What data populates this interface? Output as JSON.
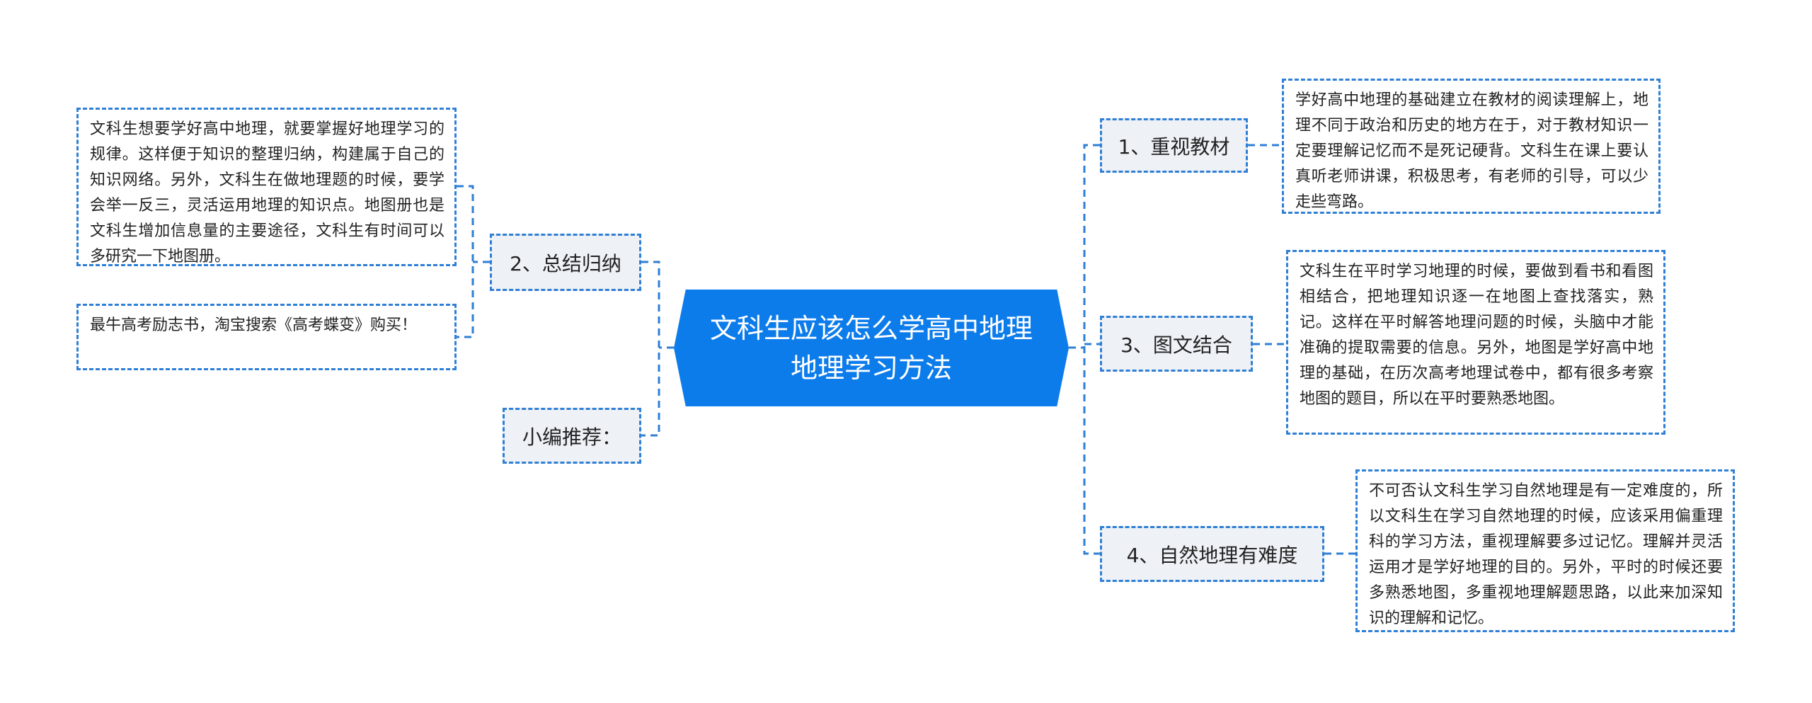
{
  "central": {
    "title": "文科生应该怎么学高中地理 地理学习方法"
  },
  "left": [
    {
      "label": "2、总结归纳",
      "details": [
        "文科生想要学好高中地理，就要掌握好地理学习的规律。这样便于知识的整理归纳，构建属于自己的知识网络。另外，文科生在做地理题的时候，要学会举一反三，灵活运用地理的知识点。地图册也是文科生增加信息量的主要途径，文科生有时间可以多研究一下地图册。",
        "最牛高考励志书，淘宝搜索《高考蝶变》购买！"
      ]
    },
    {
      "label": "小编推荐："
    }
  ],
  "right": [
    {
      "label": "1、重视教材",
      "detail": "学好高中地理的基础建立在教材的阅读理解上，地理不同于政治和历史的地方在于，对于教材知识一定要理解记忆而不是死记硬背。文科生在课上要认真听老师讲课，积极思考，有老师的引导，可以少走些弯路。"
    },
    {
      "label": "3、图文结合",
      "detail": "文科生在平时学习地理的时候，要做到看书和看图相结合，把地理知识逐一在地图上查找落实，熟记。这样在平时解答地理问题的时候，头脑中才能准确的提取需要的信息。另外，地图是学好高中地理的基础，在历次高考地理试卷中，都有很多考察地图的题目，所以在平时要熟悉地图。"
    },
    {
      "label": "4、自然地理有难度",
      "detail": "不可否认文科生学习自然地理是有一定难度的，所以文科生在学习自然地理的时候，应该采用偏重理科的学习方法，重视理解要多过记忆。理解并灵活运用才是学好地理的目的。另外，平时的时候还要多熟悉地图，多重视地理解题思路，以此来加深知识的理解和记忆。"
    }
  ],
  "colors": {
    "accent": "#0d7ceb",
    "border": "#2f7fd6",
    "node_bg": "#eef1f5"
  }
}
